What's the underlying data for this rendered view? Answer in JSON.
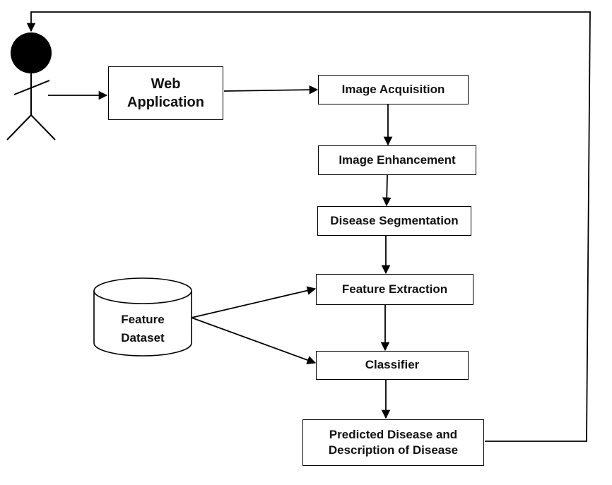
{
  "web_app": {
    "line1": "Web",
    "line2": "Application"
  },
  "steps": {
    "acquisition": "Image Acquisition",
    "enhancement": "Image Enhancement",
    "segmentation": "Disease Segmentation",
    "extraction": "Feature Extraction",
    "classifier": "Classifier",
    "predicted_line1": "Predicted Disease and",
    "predicted_line2": "Description of Disease"
  },
  "dataset": {
    "line1": "Feature",
    "line2": "Dataset"
  }
}
